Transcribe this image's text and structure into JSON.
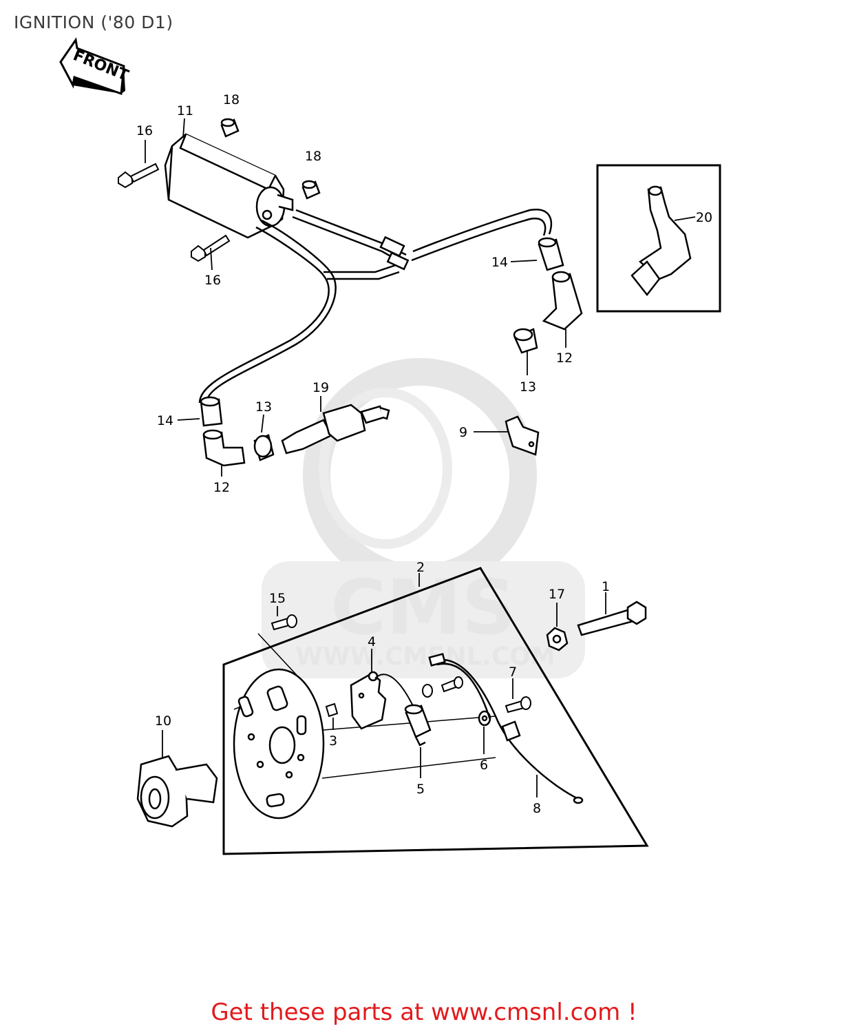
{
  "title": "IGNITION ('80 D1)",
  "front_label": "FRONT",
  "watermark": {
    "main": "CMS",
    "url": "WWW.CMSNL.COM"
  },
  "footer": {
    "text": "Get these parts at www.cmsnl.com !",
    "color": "#e3191c"
  },
  "callouts": [
    {
      "part": "1",
      "label": "1"
    },
    {
      "part": "2",
      "label": "2"
    },
    {
      "part": "3",
      "label": "3"
    },
    {
      "part": "4",
      "label": "4"
    },
    {
      "part": "5",
      "label": "5"
    },
    {
      "part": "6",
      "label": "6"
    },
    {
      "part": "7",
      "label": "7"
    },
    {
      "part": "8",
      "label": "8"
    },
    {
      "part": "9",
      "label": "9"
    },
    {
      "part": "10",
      "label": "10"
    },
    {
      "part": "11",
      "label": "11"
    },
    {
      "part": "12",
      "label": "12"
    },
    {
      "part": "12",
      "label": "12"
    },
    {
      "part": "13",
      "label": "13"
    },
    {
      "part": "13",
      "label": "13"
    },
    {
      "part": "14",
      "label": "14"
    },
    {
      "part": "14",
      "label": "14"
    },
    {
      "part": "15",
      "label": "15"
    },
    {
      "part": "16",
      "label": "16"
    },
    {
      "part": "16",
      "label": "16"
    },
    {
      "part": "17",
      "label": "17"
    },
    {
      "part": "18",
      "label": "18"
    },
    {
      "part": "18",
      "label": "18"
    },
    {
      "part": "19",
      "label": "19"
    },
    {
      "part": "20",
      "label": "20"
    }
  ]
}
